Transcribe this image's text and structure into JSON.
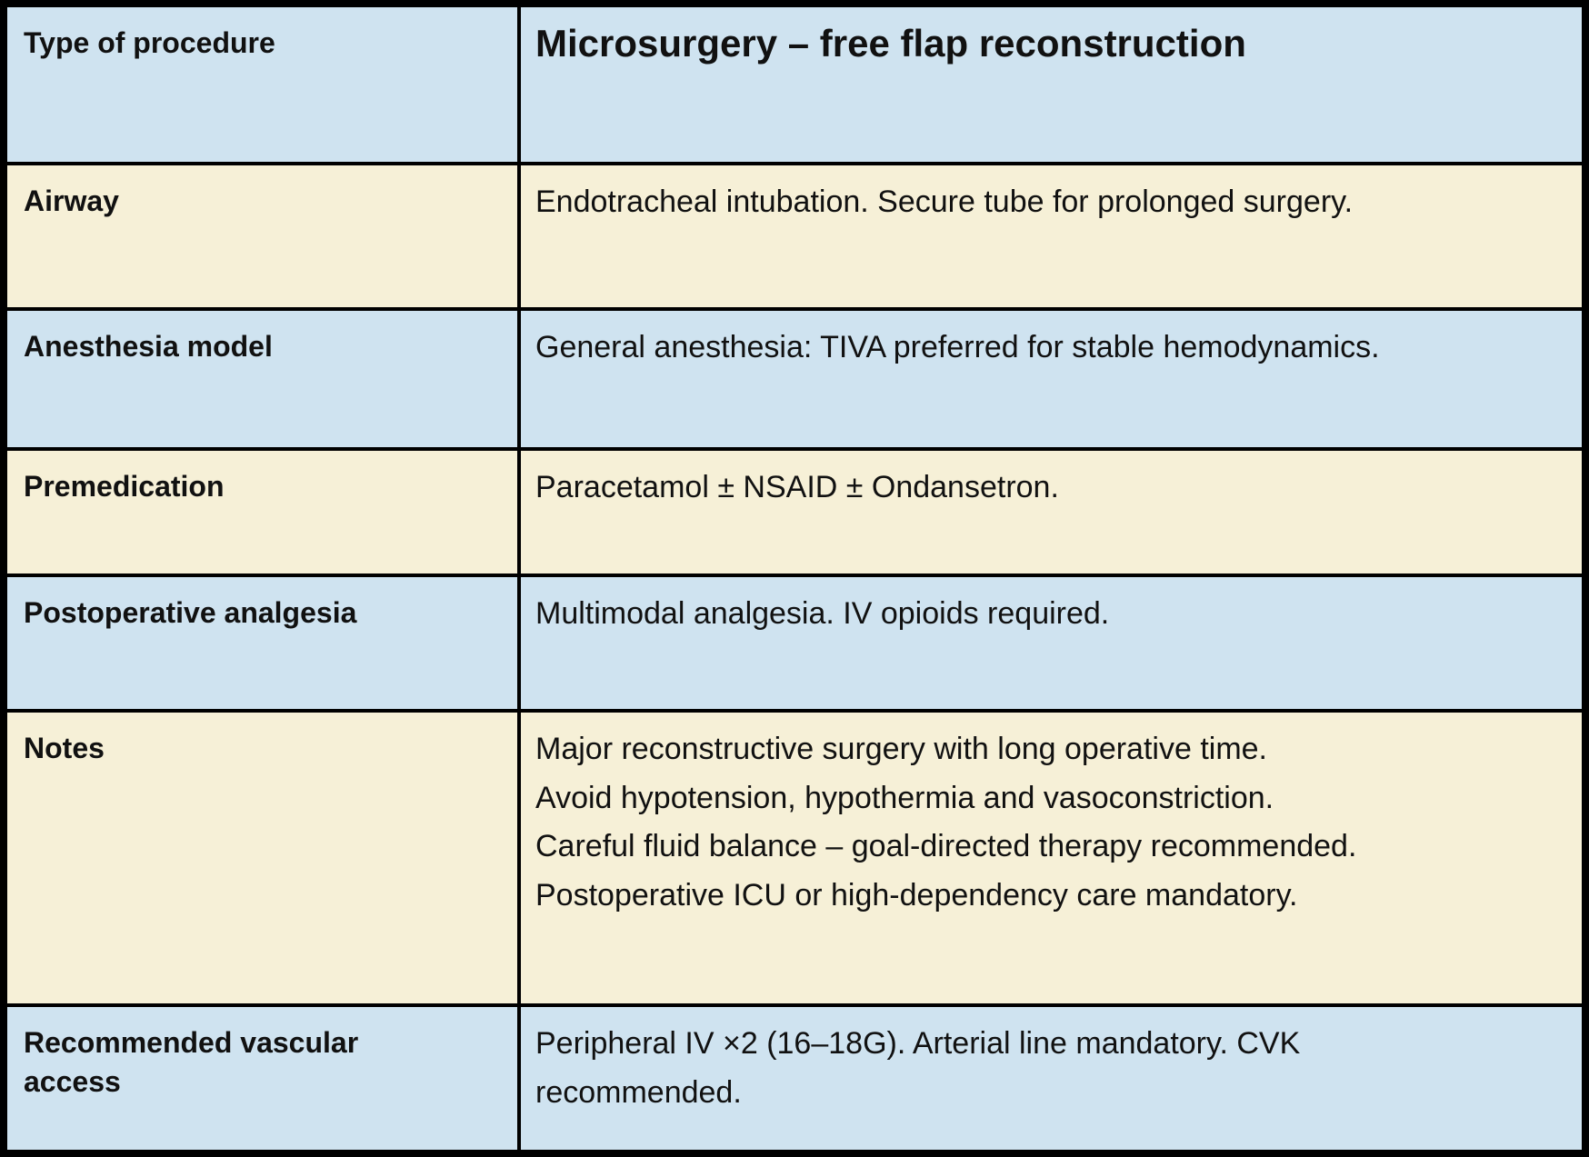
{
  "colors": {
    "row_blue": "#cfe3f0",
    "row_cream": "#f6f0d7",
    "border": "#000000",
    "text": "#111111"
  },
  "table": {
    "rows": [
      {
        "label": "Type of procedure",
        "value": "Microsurgery – free flap reconstruction"
      },
      {
        "label": "Airway",
        "value": "Endotracheal intubation. Secure tube for prolonged surgery."
      },
      {
        "label": "Anesthesia model",
        "value": "General anesthesia: TIVA preferred for stable hemodynamics."
      },
      {
        "label": "Premedication",
        "value": "Paracetamol ± NSAID ± Ondansetron."
      },
      {
        "label": "Postoperative analgesia",
        "value": "Multimodal analgesia. IV opioids required."
      },
      {
        "label": "Notes",
        "value": "Major reconstructive surgery with long operative time.\nAvoid hypotension, hypothermia and vasoconstriction.\nCareful fluid balance – goal-directed therapy recommended.\nPostoperative ICU or high-dependency care mandatory."
      },
      {
        "label": "Recommended vascular access",
        "value": "Peripheral IV ×2 (16–18G). Arterial line mandatory. CVK\nrecommended."
      }
    ]
  }
}
